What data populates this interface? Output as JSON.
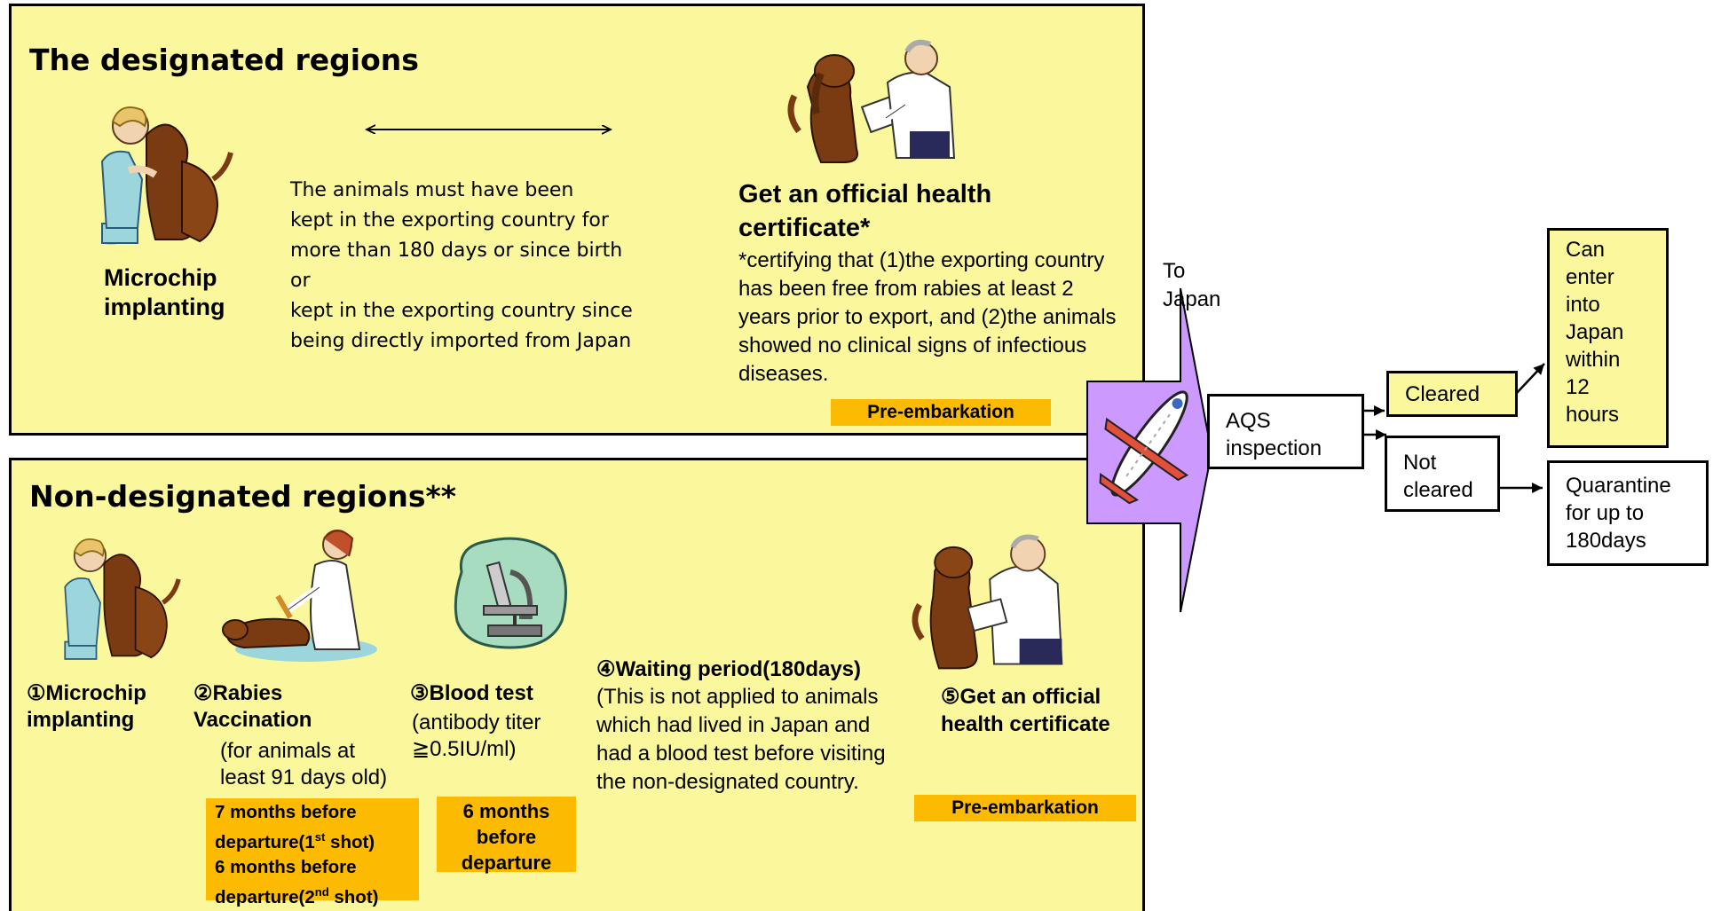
{
  "designated": {
    "title": "The designated regions",
    "microchip_label": "Microchip\nimplanting",
    "residence_text": "The animals  must have been\n   kept in the exporting country for\n   more than 180 days  or since birth\nor\n   kept in the exporting country since\n   being directly imported from Japan",
    "certificate_title": "Get an official health certificate*",
    "certificate_note": " *certifying that (1)the exporting country has been free from rabies at least 2 years prior to export, and (2)the animals showed no clinical signs of infectious diseases.",
    "pre_embarkation": "Pre-embarkation"
  },
  "non_designated": {
    "title": "Non-designated regions**",
    "step1": "①Microchip\n   implanting",
    "step2_title": "②Rabies\n   Vaccination",
    "step2_note": "(for animals at\nleast 91 days old)",
    "step2_timing_1": "7 months before departure(1",
    "step2_timing_1_sup": "st",
    "step2_timing_1_end": " shot)",
    "step2_timing_2": "6 months before departure(2",
    "step2_timing_2_sup": "nd",
    "step2_timing_2_end": " shot)",
    "step3_title": "③Blood test",
    "step3_note": "(antibody titer\n≧0.5IU/ml)",
    "step3_timing": "6 months\nbefore\ndeparture",
    "step4_title": "④Waiting period(180days)",
    "step4_note": "(This is not applied to animals which had lived in Japan and had a  blood test before visiting the non-designated country.",
    "step5_title": "⑤Get an official\n health certificate",
    "pre_embarkation": "Pre-embarkation"
  },
  "flow": {
    "to_japan": "To\nJapan",
    "inspection": "AQS\ninspection",
    "cleared": "Cleared",
    "not_cleared": "Not\ncleared",
    "can_enter": "Can\nenter\ninto\nJapan\nwithin\n12\nhours",
    "quarantine": "Quarantine\nfor up to\n180days"
  },
  "colors": {
    "panel": "#fbf79c",
    "tag": "#fcbb00",
    "arrow": "#cc99ff",
    "dog": "#7a3b12"
  },
  "icons": [
    "vet-hugging-dog-icon",
    "vet-examining-dog-icon",
    "vet-vaccinating-dog-icon",
    "microscope-icon",
    "airplane-icon"
  ]
}
